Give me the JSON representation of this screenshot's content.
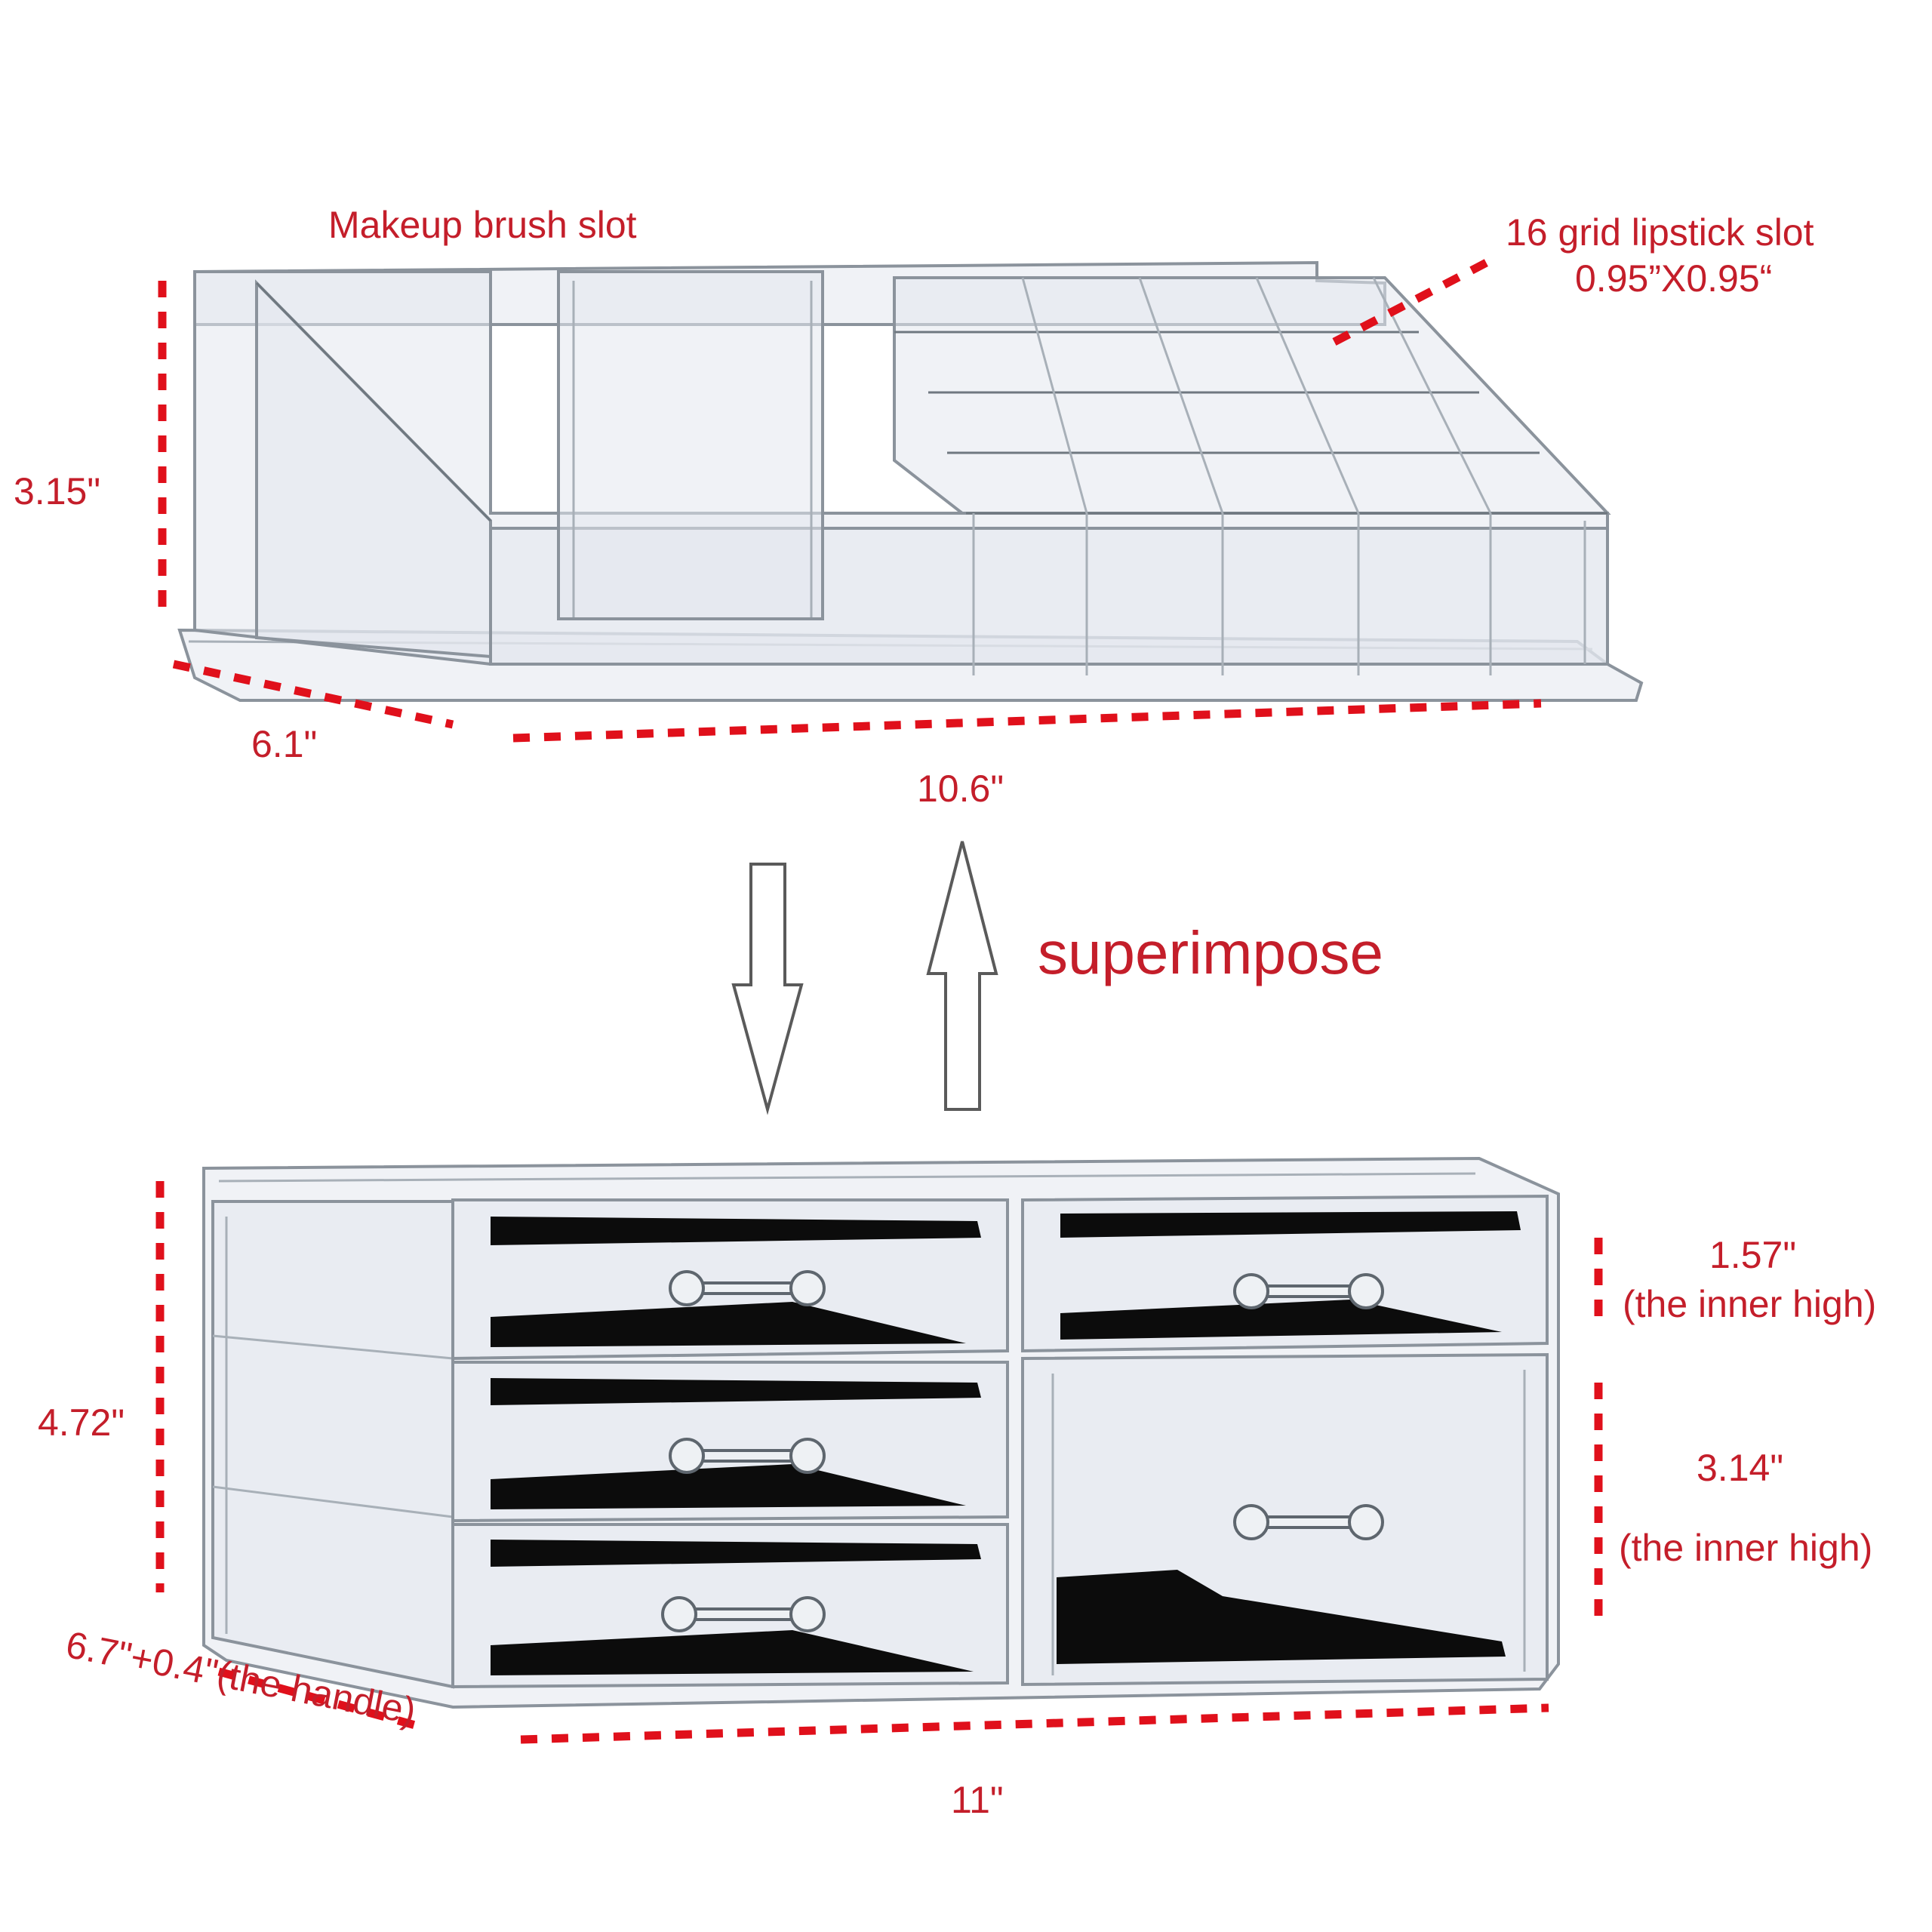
{
  "top_organizer": {
    "label_brush_slot": "Makeup brush slot",
    "label_lipstick_line1": "16 grid lipstick slot",
    "label_lipstick_line2": "0.95”X0.95“",
    "height": "3.15\"",
    "depth": "6.1\"",
    "width": "10.6\""
  },
  "middle": {
    "superimpose": "superimpose"
  },
  "drawer_unit": {
    "height": "4.72\"",
    "small_drawer_height": "1.57\"",
    "small_drawer_note": "(the inner high)",
    "large_drawer_height": "3.14\"",
    "large_drawer_note": "(the inner high)",
    "depth": "6.7\"+0.4\"(the handle)",
    "width": "11\""
  },
  "colors": {
    "annotation": "#c41e2a",
    "dimension_line": "#e0101b",
    "felt_lining": "#0c0c0c"
  }
}
